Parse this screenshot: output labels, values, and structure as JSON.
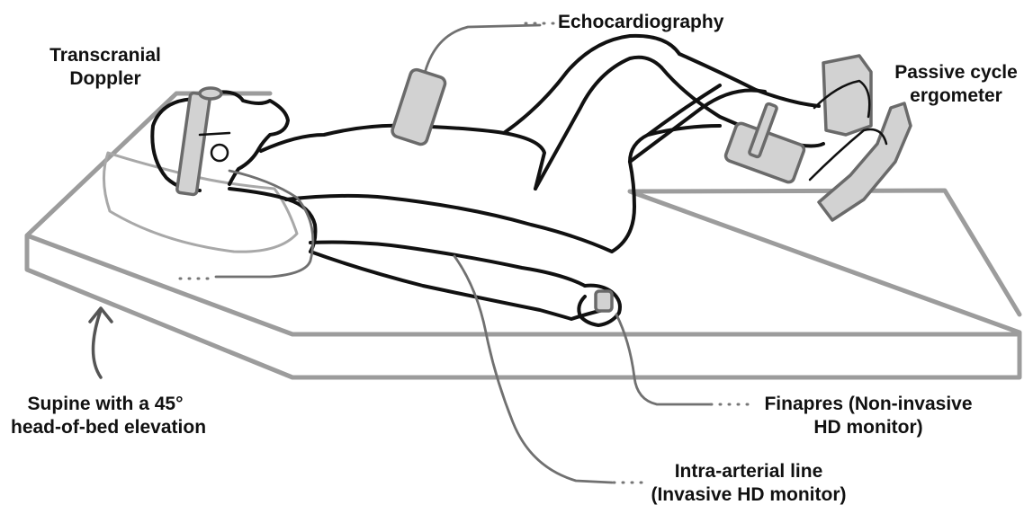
{
  "labels": {
    "transcranial_doppler": [
      "Transcranial",
      "Doppler"
    ],
    "echocardiography": "Echocardiography",
    "passive_cycle": [
      "Passive cycle",
      "ergometer"
    ],
    "supine": [
      "Supine with a 45°",
      "head-of-bed elevation"
    ],
    "finapres": [
      "Finapres (Non-invasive",
      "HD monitor)"
    ],
    "intra_arterial": [
      "Intra-arterial line",
      "(Invasive HD monitor)"
    ]
  },
  "colors": {
    "outline": "#111111",
    "bed": "#9c9c9c",
    "device_fill": "#d2d2d2",
    "cable": "#707070"
  }
}
